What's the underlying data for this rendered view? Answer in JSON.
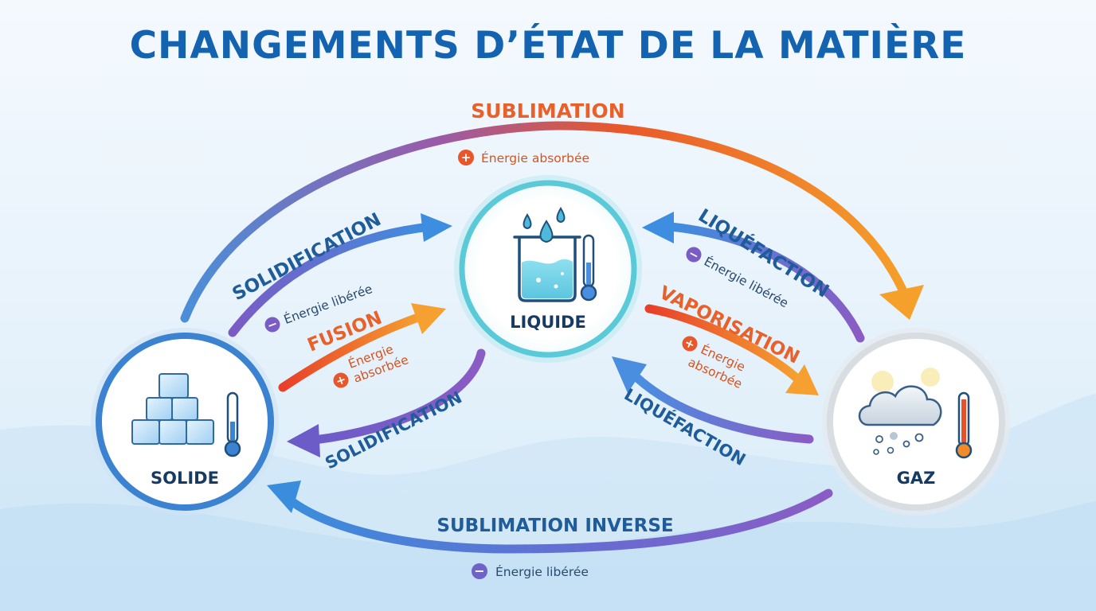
{
  "title": "CHANGEMENTS D’ÉTAT DE LA MATIÈRE",
  "states": {
    "solide": "SOLIDE",
    "liquide": "LIQUIDE",
    "gaz": "GAZ"
  },
  "transitions": {
    "sublimation": {
      "label": "SUBLIMATION",
      "note": "Énergie absorbée",
      "sign": "+"
    },
    "solidification_top": {
      "label": "SOLIDIFICATION",
      "note": "Énergie libérée",
      "sign": "−"
    },
    "fusion": {
      "label": "FUSION",
      "note_line1": "Énergie",
      "note_line2": "absorbée",
      "sign": "+"
    },
    "solidification_bottom": {
      "label": "SOLIDIFICATION"
    },
    "liquefaction_top": {
      "label": "LIQUÉFACTION",
      "note": "Énergie libérée",
      "sign": "−"
    },
    "vaporisation": {
      "label": "VAPORISATION",
      "note_line1": "Énergie",
      "note_line2": "absorbée",
      "sign": "+"
    },
    "liquefaction_bottom": {
      "label": "LIQUÉFACTION"
    },
    "sublimation_inverse": {
      "label": "SUBLIMATION INVERSE",
      "note": "Énergie libérée",
      "sign": "−"
    }
  },
  "colors": {
    "title": "#1463b0",
    "blue": "#3d8ad8",
    "purple": "#7b5cc4",
    "orange": "#f08a2a",
    "red_orange": "#e8502a"
  }
}
